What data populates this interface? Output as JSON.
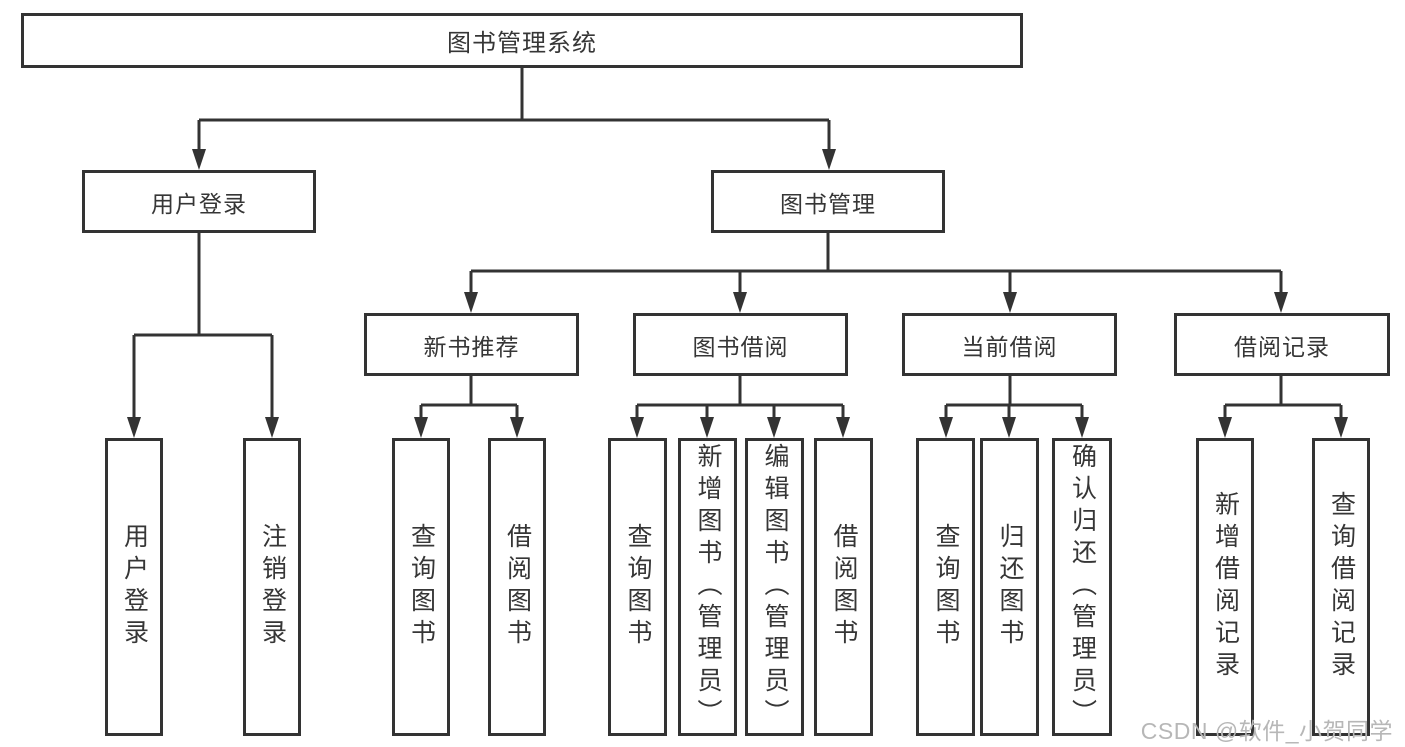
{
  "diagram": {
    "root": {
      "label": "图书管理系统"
    },
    "level2": [
      {
        "label": "用户登录"
      },
      {
        "label": "图书管理"
      }
    ],
    "level3": [
      {
        "label": "新书推荐"
      },
      {
        "label": "图书借阅"
      },
      {
        "label": "当前借阅"
      },
      {
        "label": "借阅记录"
      }
    ],
    "leaves": [
      {
        "label": "用户登录"
      },
      {
        "label": "注销登录"
      },
      {
        "label": "查询图书"
      },
      {
        "label": "借阅图书"
      },
      {
        "label": "查询图书"
      },
      {
        "label": "新增图书（管理员）"
      },
      {
        "label": "编辑图书（管理员）"
      },
      {
        "label": "借阅图书"
      },
      {
        "label": "查询图书"
      },
      {
        "label": "归还图书"
      },
      {
        "label": "确认归还（管理员）"
      },
      {
        "label": "新增借阅记录"
      },
      {
        "label": "查询借阅记录"
      }
    ],
    "watermark": "CSDN @软件_小贺同学",
    "colors": {
      "line": "#333333",
      "text": "#363636",
      "watermark": "#b7b7b7",
      "background": "#ffffff"
    }
  }
}
